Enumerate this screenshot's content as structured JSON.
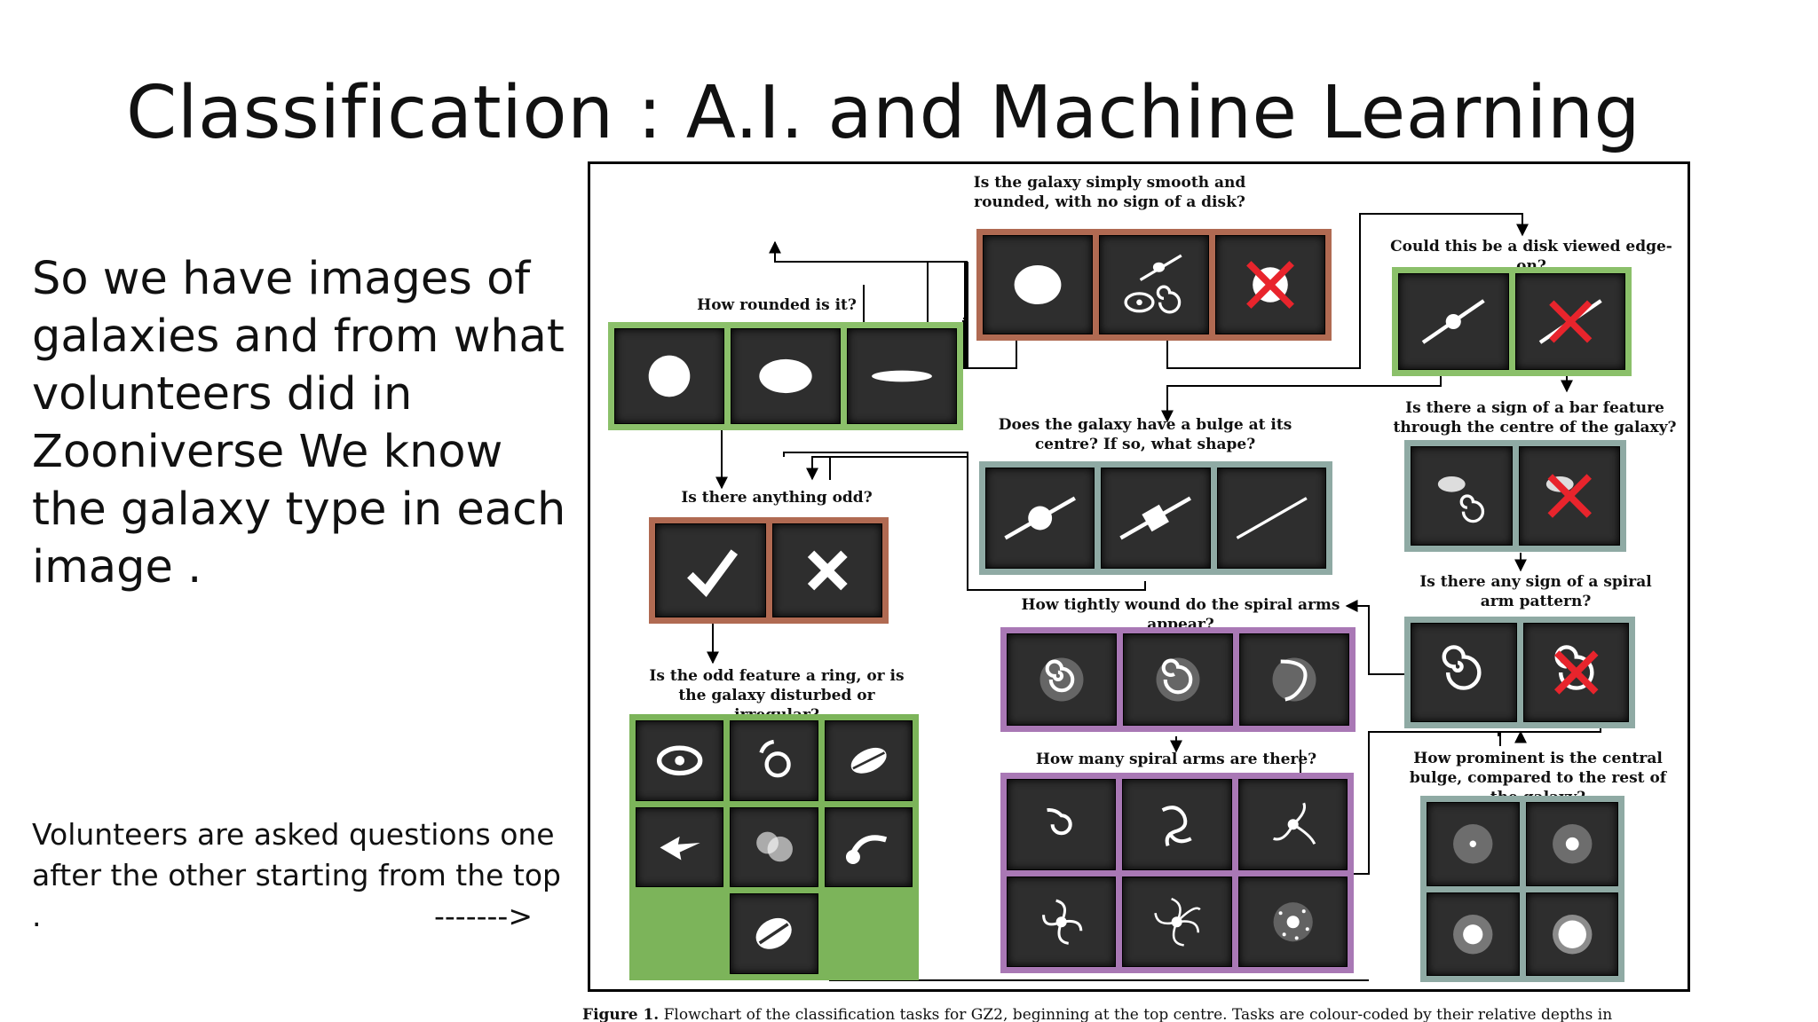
{
  "slide": {
    "title": "Classification : A.I. and Machine Learning",
    "lead": "So we have images of galaxies and from what volunteers did in Zooniverse We know the galaxy type in each image .",
    "note": "Volunteers are asked questions one after the other starting from the top .",
    "note_arrow": "------->"
  },
  "figure": {
    "caption_label": "Figure 1.",
    "caption_text": "Flowchart of the classification tasks for GZ2, beginning at the top centre. Tasks are colour-coded by their relative depths in",
    "questions": {
      "smooth": "Is the galaxy simply smooth and rounded, with no sign of a disk?",
      "edge_on": "Could this be a disk viewed edge-on?",
      "rounded": "How rounded is it?",
      "bulge_shape": "Does the galaxy have a bulge at its centre? If so, what shape?",
      "bar": "Is there a sign of a bar feature through the centre of the galaxy?",
      "odd": "Is there anything odd?",
      "spiral": "Is there any sign of a spiral arm pattern?",
      "wound": "How tightly wound do the spiral arms appear?",
      "odd_feature": "Is the odd feature a ring, or is the galaxy disturbed or irregular?",
      "arms": "How many spiral arms are there?",
      "prominence": "How prominent is the central bulge, compared to the rest of the galaxy?"
    },
    "colors": {
      "depth1": "#b06a52",
      "depth2": "#8bc06a",
      "depth3": "#8faaa4",
      "depth4": "#a978b5"
    }
  }
}
